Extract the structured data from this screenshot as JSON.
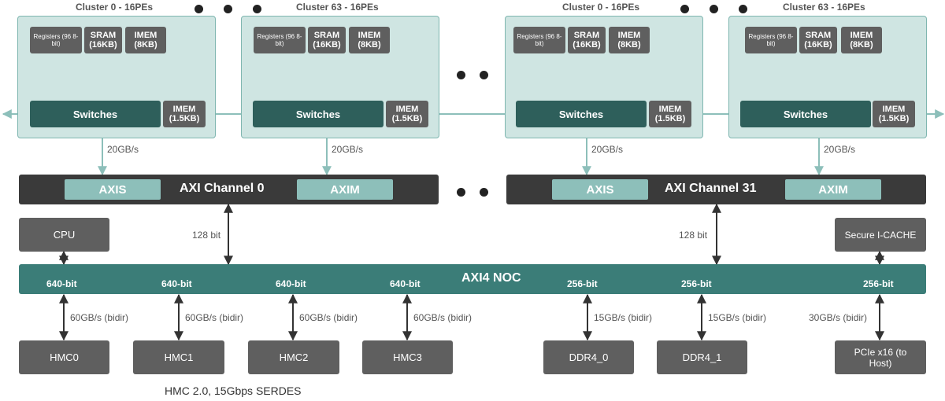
{
  "clusters": [
    {
      "title": "Cluster 0 - 16PEs",
      "registers": "Registers (96 8-bit)",
      "sram": "SRAM (16KB)",
      "imem": "IMEM (8KB)",
      "switches": "Switches",
      "imem_small": "IMEM (1.5KB)"
    },
    {
      "title": "Cluster 63 - 16PEs",
      "registers": "Registers (96 8-bit)",
      "sram": "SRAM (16KB)",
      "imem": "IMEM (8KB)",
      "switches": "Switches",
      "imem_small": "IMEM (1.5KB)"
    },
    {
      "title": "Cluster 0 - 16PEs",
      "registers": "Registers (96 8-bit)",
      "sram": "SRAM (16KB)",
      "imem": "IMEM (8KB)",
      "switches": "Switches",
      "imem_small": "IMEM (1.5KB)"
    },
    {
      "title": "Cluster 63 - 16PEs",
      "registers": "Registers (96 8-bit)",
      "sram": "SRAM (16KB)",
      "imem": "IMEM (8KB)",
      "switches": "Switches",
      "imem_small": "IMEM (1.5KB)"
    }
  ],
  "cluster_bandwidth": [
    "20GB/s",
    "20GB/s",
    "20GB/s",
    "20GB/s"
  ],
  "axi_channels": [
    {
      "name": "AXI Channel 0",
      "axis": "AXIS",
      "axim": "AXIM",
      "width": "128 bit"
    },
    {
      "name": "AXI Channel 31",
      "axis": "AXIS",
      "axim": "AXIM",
      "width": "128 bit"
    }
  ],
  "cpu": "CPU",
  "secure_icache": "Secure I-CACHE",
  "noc": {
    "title": "AXI4 NOC",
    "ports": [
      "640-bit",
      "640-bit",
      "640-bit",
      "640-bit",
      "256-bit",
      "256-bit",
      "256-bit"
    ]
  },
  "memory_links": [
    "60GB/s (bidir)",
    "60GB/s (bidir)",
    "60GB/s (bidir)",
    "60GB/s (bidir)",
    "15GB/s (bidir)",
    "15GB/s (bidir)",
    "30GB/s (bidir)"
  ],
  "memories": [
    "HMC0",
    "HMC1",
    "HMC2",
    "HMC3",
    "DDR4_0",
    "DDR4_1",
    "PCIe x16 (to Host)"
  ],
  "hmc_note": "HMC 2.0, 15Gbps SERDES"
}
